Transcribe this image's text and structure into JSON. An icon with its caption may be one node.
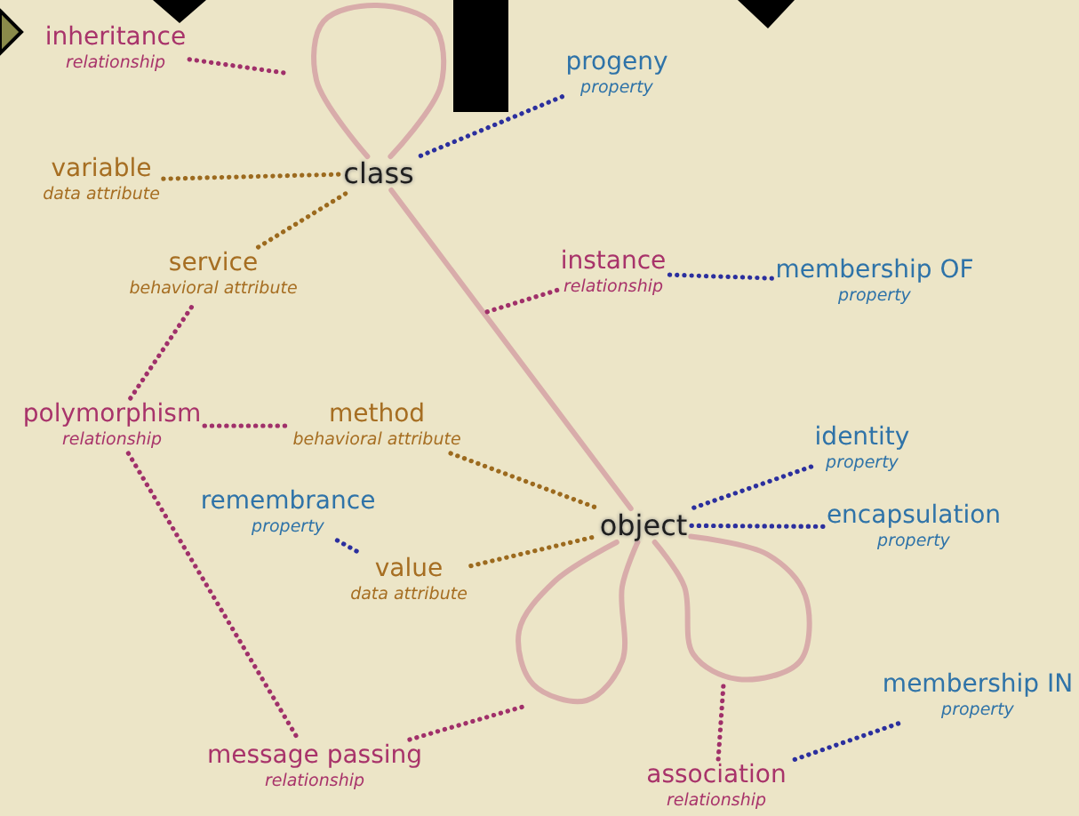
{
  "diagram": {
    "nodes": [
      {
        "text": [
          "class"
        ]
      },
      {
        "text": [
          "object"
        ]
      },
      {
        "text": [
          "inheritance",
          "relationship"
        ]
      },
      {
        "text": [
          "progeny",
          "property"
        ]
      },
      {
        "text": [
          "variable",
          "data attribute"
        ]
      },
      {
        "text": [
          "service",
          "behavioral attribute"
        ]
      },
      {
        "text": [
          "instance",
          "relationship"
        ]
      },
      {
        "text": [
          "membership OF",
          "property"
        ]
      },
      {
        "text": [
          "polymorphism",
          "relationship"
        ]
      },
      {
        "text": [
          "method",
          "behavioral attribute"
        ]
      },
      {
        "text": [
          "identity",
          "property"
        ]
      },
      {
        "text": [
          "encapsulation",
          "property"
        ]
      },
      {
        "text": [
          "remembrance",
          "property"
        ]
      },
      {
        "text": [
          "value",
          "data attribute"
        ]
      },
      {
        "text": [
          "membership IN",
          "property"
        ]
      },
      {
        "text": [
          "message passing",
          "relationship"
        ]
      },
      {
        "text": [
          "association",
          "relationship"
        ]
      }
    ],
    "edges": [
      {
        "from": 0,
        "to": 0,
        "arrow": "none",
        "color": "#d8acaa"
      },
      {
        "from": 0,
        "to": 1,
        "arrow": "none",
        "color": "#d8acaa"
      },
      {
        "from": 1,
        "to": 1,
        "arrow": "none",
        "color": "#d8acaa"
      },
      {
        "from": 1,
        "to": 1,
        "arrow": "none",
        "color": "#d8acaa"
      },
      {
        "from": 2,
        "to": null,
        "arrow": "none",
        "style": "dashed"
      },
      {
        "from": 3,
        "to": 0,
        "arrow": "none",
        "style": "dashed",
        "color": "#2b2f9e"
      },
      {
        "from": 4,
        "to": 0,
        "arrow": "none",
        "style": "dashed",
        "color": "#9c6a1e"
      },
      {
        "from": 5,
        "to": 0,
        "arrow": "none",
        "style": "dashed",
        "color": "#9c6a1e"
      },
      {
        "from": 6,
        "to": null,
        "arrow": "none",
        "style": "dashed"
      },
      {
        "from": 7,
        "to": 6,
        "arrow": "none",
        "style": "dashed",
        "color": "#2b2f9e"
      },
      {
        "from": 8,
        "to": 5,
        "arrow": "none",
        "style": "dashed"
      },
      {
        "from": 8,
        "to": 9,
        "arrow": "none",
        "style": "dashed"
      },
      {
        "from": 8,
        "to": 15,
        "arrow": "none",
        "style": "dashed"
      },
      {
        "from": 9,
        "to": 1,
        "arrow": "none",
        "style": "dashed",
        "color": "#9c6a1e"
      },
      {
        "from": 10,
        "to": 1,
        "arrow": "none",
        "style": "dashed",
        "color": "#2b2f9e"
      },
      {
        "from": 11,
        "to": 1,
        "arrow": "none",
        "style": "dashed",
        "color": "#2b2f9e"
      },
      {
        "from": 12,
        "to": 13,
        "arrow": "none",
        "style": "dashed",
        "color": "#2b2f9e"
      },
      {
        "from": 13,
        "to": 1,
        "arrow": "none",
        "style": "dashed",
        "color": "#9c6a1e"
      },
      {
        "from": 15,
        "to": null,
        "arrow": "none",
        "style": "dashed"
      },
      {
        "from": 16,
        "to": null,
        "arrow": "none",
        "style": "dashed"
      },
      {
        "from": 14,
        "to": 16,
        "arrow": "none",
        "style": "dashed",
        "color": "#2b2f9e"
      }
    ]
  }
}
